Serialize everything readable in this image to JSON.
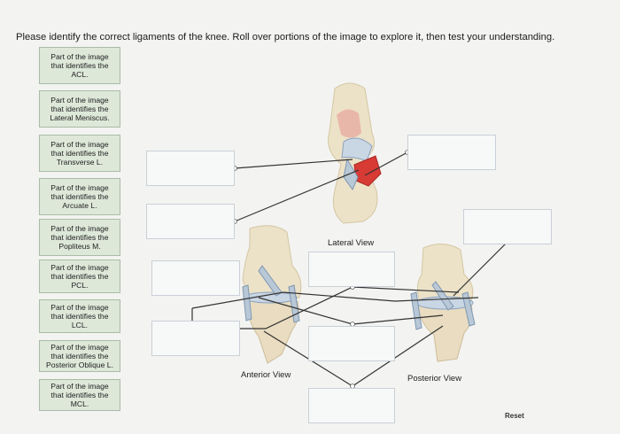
{
  "instruction": "Please identify the correct ligaments of the knee. Roll over portions of the image to explore it, then test your understanding.",
  "labels": [
    "Part of the image\nthat identifies the\nACL.",
    "Part of the image\nthat identifies the\nLateral Meniscus.",
    "Part of the image\nthat identifies the\nTransverse L.",
    "Part of the image\nthat identifies the\nArcuate L.",
    "Part of the image\nthat identifies the\nPopliteus M.",
    "Part of the image\nthat identifies the\nPCL.",
    "Part of the image\nthat identifies the\nLCL.",
    "Part of the image\nthat identifies the\nPosterior Oblique L.",
    "Part of the image\nthat identifies the\nMCL."
  ],
  "views": {
    "lateral": "Lateral View",
    "anterior": "Anterior View",
    "posterior": "Posterior View"
  },
  "reset_label": "Reset"
}
